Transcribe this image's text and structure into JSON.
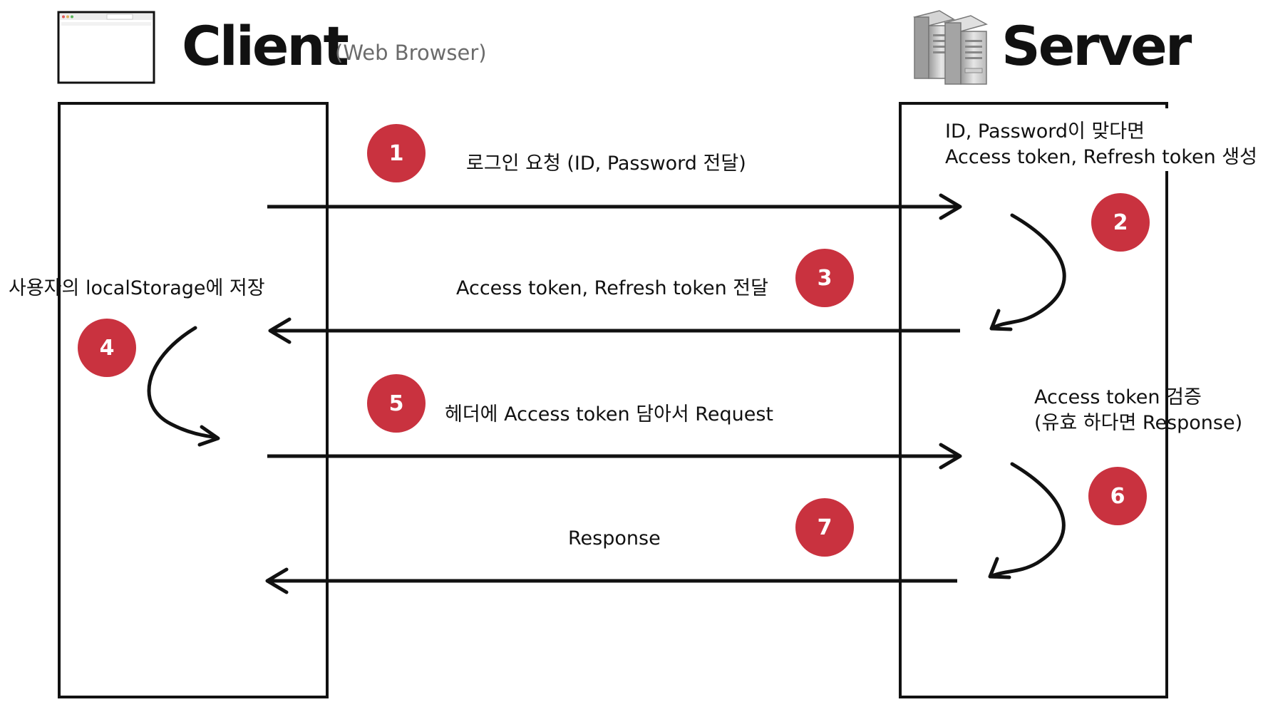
{
  "colors": {
    "badge": "#c9323f",
    "line": "#111111",
    "subtitle": "#6b6b6b"
  },
  "client": {
    "title": "Client",
    "subtitle": "(Web Browser)",
    "icon": "browser-window-icon"
  },
  "server": {
    "title": "Server",
    "icon": "server-icon"
  },
  "steps": [
    {
      "number": "1",
      "label": "로그인 요청 (ID, Password 전달)"
    },
    {
      "number": "2",
      "label_line1": "ID, Password이 맞다면",
      "label_line2": "Access token, Refresh token 생성"
    },
    {
      "number": "3",
      "label": "Access token, Refresh token 전달"
    },
    {
      "number": "4",
      "label": "사용자의 localStorage에 저장"
    },
    {
      "number": "5",
      "label": "헤더에 Access token 담아서 Request"
    },
    {
      "number": "6",
      "label_line1": "Access token 검증",
      "label_line2": "(유효 하다면 Response)"
    },
    {
      "number": "7",
      "label": "Response"
    }
  ]
}
